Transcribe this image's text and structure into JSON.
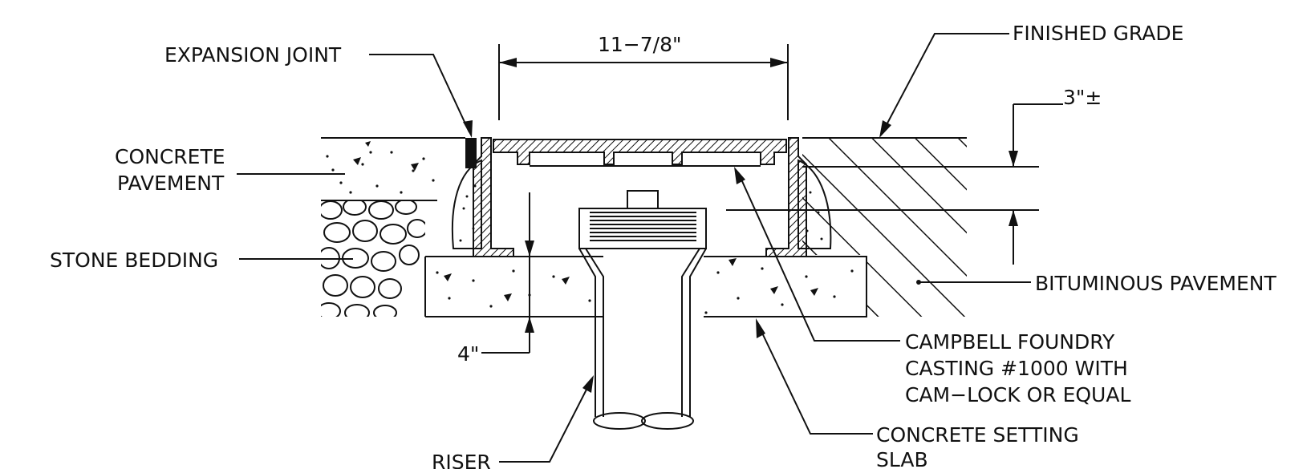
{
  "labels": {
    "dimension_width": "11−7/8\"",
    "expansion_joint": "EXPANSION  JOINT",
    "finished_grade": "FINISHED  GRADE",
    "dimension_depth": "3\"±",
    "concrete_pavement_1": "CONCRETE",
    "concrete_pavement_2": "PAVEMENT",
    "stone_bedding": "STONE  BEDDING",
    "bituminous_pavement": "BITUMINOUS  PAVEMENT",
    "dimension_slab": "4\"",
    "casting_1": "CAMPBELL  FOUNDRY",
    "casting_2": "CASTING  #1000  WITH",
    "casting_3": "CAM−LOCK  OR  EQUAL",
    "setting_slab_1": "CONCRETE  SETTING",
    "setting_slab_2": "SLAB",
    "riser": "RISER"
  },
  "colors": {
    "ink": "#111111",
    "background": "#ffffff"
  }
}
